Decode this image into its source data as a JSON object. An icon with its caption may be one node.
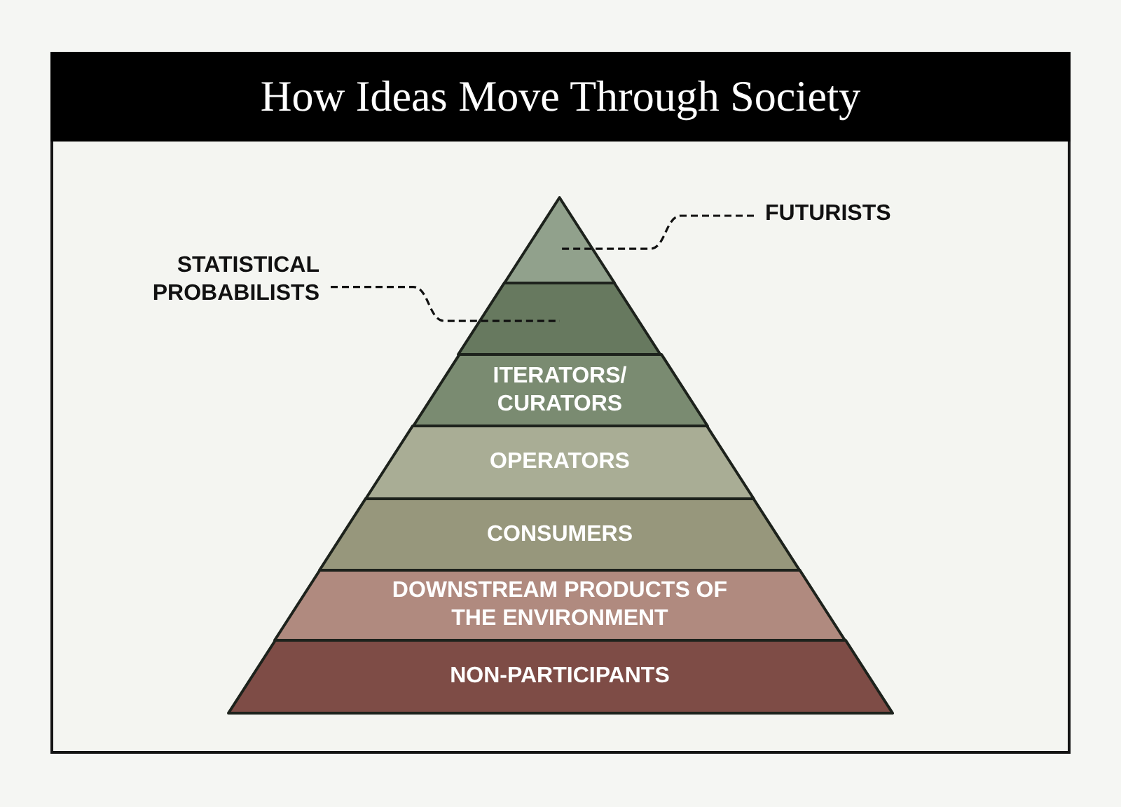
{
  "diagram": {
    "title": "How Ideas Move Through Society",
    "nodes": [
      {
        "text": [],
        "shape": "triangle"
      },
      {
        "text": [],
        "shape": "trapezoid"
      },
      {
        "text": [
          "ITERATORS/ CURATORS"
        ]
      },
      {
        "text": [
          "OPERATORS"
        ]
      },
      {
        "text": [
          "CONSUMERS"
        ]
      },
      {
        "text": [
          "DOWNSTREAM PRODUCTS OF THE ENVIRONMENT"
        ]
      },
      {
        "text": [
          "NON-PARTICIPANTS"
        ]
      },
      {
        "text": [
          "FUTURISTS"
        ]
      },
      {
        "text": [
          "STATISTICAL PROBABILISTS"
        ]
      }
    ],
    "edges": [
      {
        "from": 7,
        "to": 0,
        "arrow": "none",
        "style": "dashed"
      },
      {
        "from": 8,
        "to": 1,
        "arrow": "none",
        "style": "dashed"
      }
    ]
  }
}
